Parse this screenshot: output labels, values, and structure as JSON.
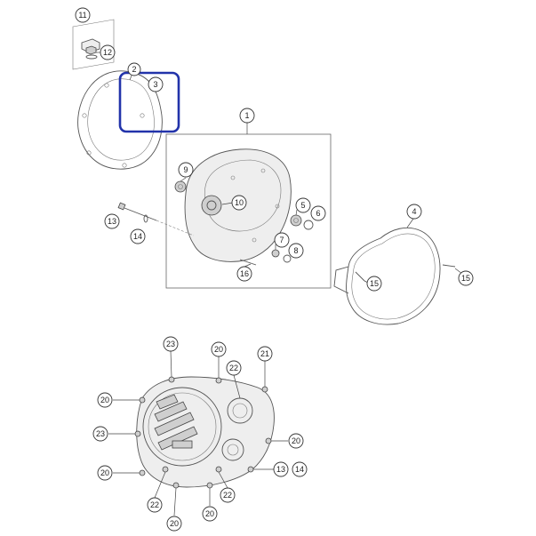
{
  "diagram": {
    "accent_color": "#2233aa",
    "callouts": {
      "c11": "11",
      "c12": "12",
      "c2": "2",
      "c3": "3",
      "c1": "1",
      "c9": "9",
      "c10": "10",
      "c5": "5",
      "c6": "6",
      "c7": "7",
      "c8": "8",
      "c16": "16",
      "c13a": "13",
      "c14a": "14",
      "c4": "4",
      "c15a": "15",
      "c15b": "15",
      "c23a": "23",
      "c20a": "20",
      "c21": "21",
      "c22a": "22",
      "c20b": "20",
      "c23b": "23",
      "c20c": "20",
      "c20d": "20",
      "c13b": "13",
      "c14b": "14",
      "c22b": "22",
      "c22c": "22",
      "c20e": "20",
      "c20f": "20"
    }
  }
}
